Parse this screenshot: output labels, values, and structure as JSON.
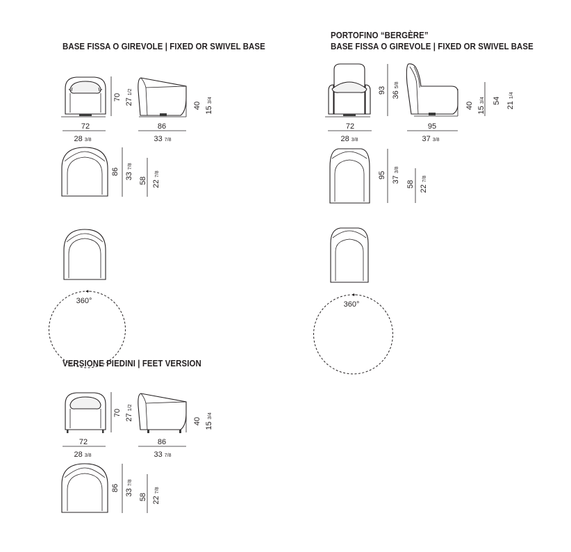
{
  "titles": {
    "section1": "BASE FISSA O GIREVOLE  |  FIXED OR SWIVEL BASE",
    "section2_line1": "PORTOFINO “BERGÈRE”",
    "section2_line2": "BASE FISSA O GIREVOLE  |  FIXED OR SWIVEL BASE",
    "section3": "VERSIONE PIEDINI  |  FEET VERSION"
  },
  "dimensions": {
    "s1": {
      "front_h_cm": "70",
      "front_h_in": "27",
      "front_h_in_frac": "1/2",
      "front_w_cm": "72",
      "front_w_in": "28",
      "front_w_in_frac": "3/8",
      "side_w_cm": "86",
      "side_w_in": "33",
      "side_w_in_frac": "7/8",
      "seat_h_cm": "40",
      "seat_h_in": "15",
      "seat_h_in_frac": "3/4",
      "top_d_cm": "86",
      "top_d_in": "33",
      "top_d_in_frac": "7/8",
      "seat_d_cm": "58",
      "seat_d_in": "22",
      "seat_d_in_frac": "7/8",
      "rotation": "360°"
    },
    "s2": {
      "front_h_cm": "93",
      "front_h_in": "36",
      "front_h_in_frac": "5/8",
      "front_w_cm": "72",
      "front_w_in": "28",
      "front_w_in_frac": "3/8",
      "side_w_cm": "95",
      "side_w_in": "37",
      "side_w_in_frac": "3/8",
      "seat_h_cm": "40",
      "seat_h_in": "15",
      "seat_h_in_frac": "3/4",
      "arm_h_cm": "54",
      "arm_h_in": "21",
      "arm_h_in_frac": "1/4",
      "top_d_cm": "95",
      "top_d_in": "37",
      "top_d_in_frac": "3/8",
      "seat_d_cm": "58",
      "seat_d_in": "22",
      "seat_d_in_frac": "7/8",
      "rotation": "360°"
    },
    "s3": {
      "front_h_cm": "70",
      "front_h_in": "27",
      "front_h_in_frac": "1/2",
      "front_w_cm": "72",
      "front_w_in": "28",
      "front_w_in_frac": "3/8",
      "side_w_cm": "86",
      "side_w_in": "33",
      "side_w_in_frac": "7/8",
      "seat_h_cm": "40",
      "seat_h_in": "15",
      "seat_h_in_frac": "3/4",
      "top_d_cm": "86",
      "top_d_in": "33",
      "top_d_in_frac": "7/8",
      "seat_d_cm": "58",
      "seat_d_in": "22",
      "seat_d_in_frac": "7/8"
    }
  },
  "colors": {
    "line": "#231f20",
    "fill": "#ffffff",
    "cushion": "#f2f2f2",
    "base": "#3a3a3a"
  }
}
